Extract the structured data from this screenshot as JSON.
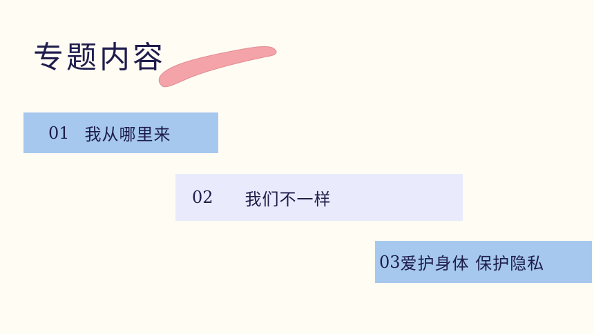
{
  "slide": {
    "title": "专题内容",
    "items": [
      {
        "number": "01",
        "label": "我从哪里来"
      },
      {
        "number": "02",
        "label": "我们不一样"
      },
      {
        "number": "03",
        "label": "爱护身体 保护隐私"
      }
    ]
  },
  "colors": {
    "background": "#fffcf3",
    "title_text": "#1f1d4e",
    "brush_stroke": "#f4a3a8",
    "item_blue": "#a6c8ee",
    "item_lavender": "#e9eafb"
  }
}
